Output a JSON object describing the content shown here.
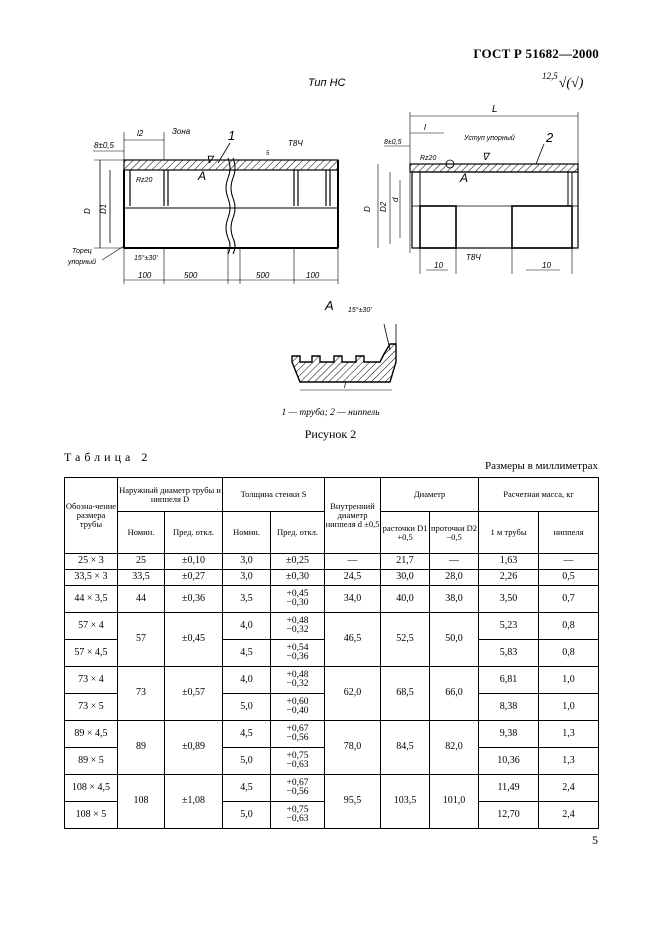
{
  "header": {
    "standard": "ГОСТ Р 51682—2000"
  },
  "figure": {
    "type_label": "Тип НС",
    "roughness_value": "12,5",
    "roughness_symbol": "√(√)",
    "left_labels": {
      "dim_top": "8±0,5",
      "l2": "l2",
      "marking": "Зона",
      "callout_1": "1",
      "t8h": "T8Ч",
      "dim_5": "5",
      "rz": "Rz20",
      "d": "D",
      "d1": "D1",
      "end_label_1": "Торец",
      "end_label_2": "упорный",
      "chamfer": "15°±30'",
      "dim_100_left": "100",
      "dim_500_left": "500",
      "dim_500_right": "500",
      "dim_100_right": "100"
    },
    "right_labels": {
      "L": "L",
      "l": "l",
      "dim_top": "8±0,5",
      "upor": "Уступ упорный",
      "callout_2": "2",
      "rz": "Rz20",
      "A": "A",
      "d": "D",
      "d2": "D2",
      "d_small": "d",
      "dim_10_left": "10",
      "t8h": "T8Ч",
      "dim_10_right": "10"
    },
    "detail": {
      "label": "A",
      "chamfer": "15°±30'",
      "l": "l"
    },
    "caption": "1 — труба; 2 — ниппель",
    "number": "Рисунок 2"
  },
  "table": {
    "title": "Таблица 2",
    "units": "Размеры в миллиметрах",
    "headers": {
      "designation": "Обозна-чение размера трубы",
      "outer_diameter": "Наружный диаметр трубы и ниппеля D",
      "wall_thickness": "Толщина стенки S",
      "inner_diameter": "Внутренний диаметр ниппеля d ±0,5",
      "diameter": "Диаметр",
      "mass": "Расчетная масса, кг",
      "nominal": "Номин.",
      "pred_otkl": "Пред. откл.",
      "rastochki": "расточки D1 +0,5",
      "protochki": "проточки D2 −0,5",
      "mass_pipe": "1 м трубы",
      "mass_nipple": "ниппеля"
    },
    "rows": [
      {
        "size": "25 × 3",
        "D": "25",
        "Dtol": "±0,10",
        "S": "3,0",
        "Stol_a": "±0,25",
        "Stol_b": "",
        "d": "—",
        "D1": "21,7",
        "D2": "—",
        "m1": "1,63",
        "m2": "—"
      },
      {
        "size": "33,5 × 3",
        "D": "33,5",
        "Dtol": "±0,27",
        "S": "3,0",
        "Stol_a": "±0,30",
        "Stol_b": "",
        "d": "24,5",
        "D1": "30,0",
        "D2": "28,0",
        "m1": "2,26",
        "m2": "0,5"
      },
      {
        "size": "44 × 3,5",
        "D": "44",
        "Dtol": "±0,36",
        "S": "3,5",
        "Stol_a": "+0,45",
        "Stol_b": "−0,30",
        "d": "34,0",
        "D1": "40,0",
        "D2": "38,0",
        "m1": "3,50",
        "m2": "0,7"
      },
      {
        "size": "57 × 4",
        "D": "57",
        "Dtol": "±0,45",
        "S": "4,0",
        "Stol_a": "+0,48",
        "Stol_b": "−0,32",
        "d": "46,5",
        "D1": "52,5",
        "D2": "50,0",
        "m1": "5,23",
        "m2": "0,8"
      },
      {
        "size": "57 × 4,5",
        "S": "4,5",
        "Stol_a": "+0,54",
        "Stol_b": "−0,36",
        "m1": "5,83",
        "m2": "0,8"
      },
      {
        "size": "73 × 4",
        "D": "73",
        "Dtol": "±0,57",
        "S": "4,0",
        "Stol_a": "+0,48",
        "Stol_b": "−0,32",
        "d": "62,0",
        "D1": "68,5",
        "D2": "66,0",
        "m1": "6,81",
        "m2": "1,0"
      },
      {
        "size": "73 × 5",
        "S": "5,0",
        "Stol_a": "+0,60",
        "Stol_b": "−0,40",
        "m1": "8,38",
        "m2": "1,0"
      },
      {
        "size": "89 × 4,5",
        "D": "89",
        "Dtol": "±0,89",
        "S": "4,5",
        "Stol_a": "+0,67",
        "Stol_b": "−0,56",
        "d": "78,0",
        "D1": "84,5",
        "D2": "82,0",
        "m1": "9,38",
        "m2": "1,3"
      },
      {
        "size": "89 × 5",
        "S": "5,0",
        "Stol_a": "+0,75",
        "Stol_b": "−0,63",
        "m1": "10,36",
        "m2": "1,3"
      },
      {
        "size": "108 × 4,5",
        "D": "108",
        "Dtol": "±1,08",
        "S": "4,5",
        "Stol_a": "+0,67",
        "Stol_b": "−0,56",
        "d": "95,5",
        "D1": "103,5",
        "D2": "101,0",
        "m1": "11,49",
        "m2": "2,4"
      },
      {
        "size": "108 × 5",
        "S": "5,0",
        "Stol_a": "+0,75",
        "Stol_b": "−0,63",
        "m1": "12,70",
        "m2": "2,4"
      }
    ]
  },
  "page": {
    "number": "5"
  }
}
